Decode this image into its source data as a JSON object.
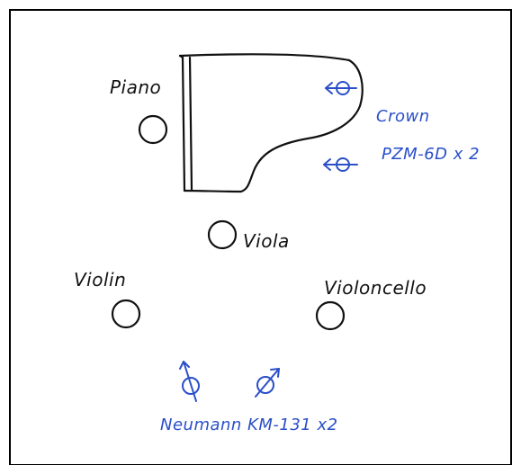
{
  "colors": {
    "ink": "#111111",
    "accent_blue": "#2a4fc9",
    "frame": "#000000",
    "background": "#ffffff"
  },
  "instruments": {
    "piano": "Piano",
    "viola": "Viola",
    "violin": "Violin",
    "violoncello": "Violoncello"
  },
  "microphones": {
    "piano_mics": {
      "brand": "Crown",
      "model": "PZM-6D x 2",
      "icon": "boundary-mic-icon"
    },
    "ensemble_mics": {
      "label": "Neumann KM-131 x2",
      "icon": "pair-omni-mic-icon"
    }
  }
}
